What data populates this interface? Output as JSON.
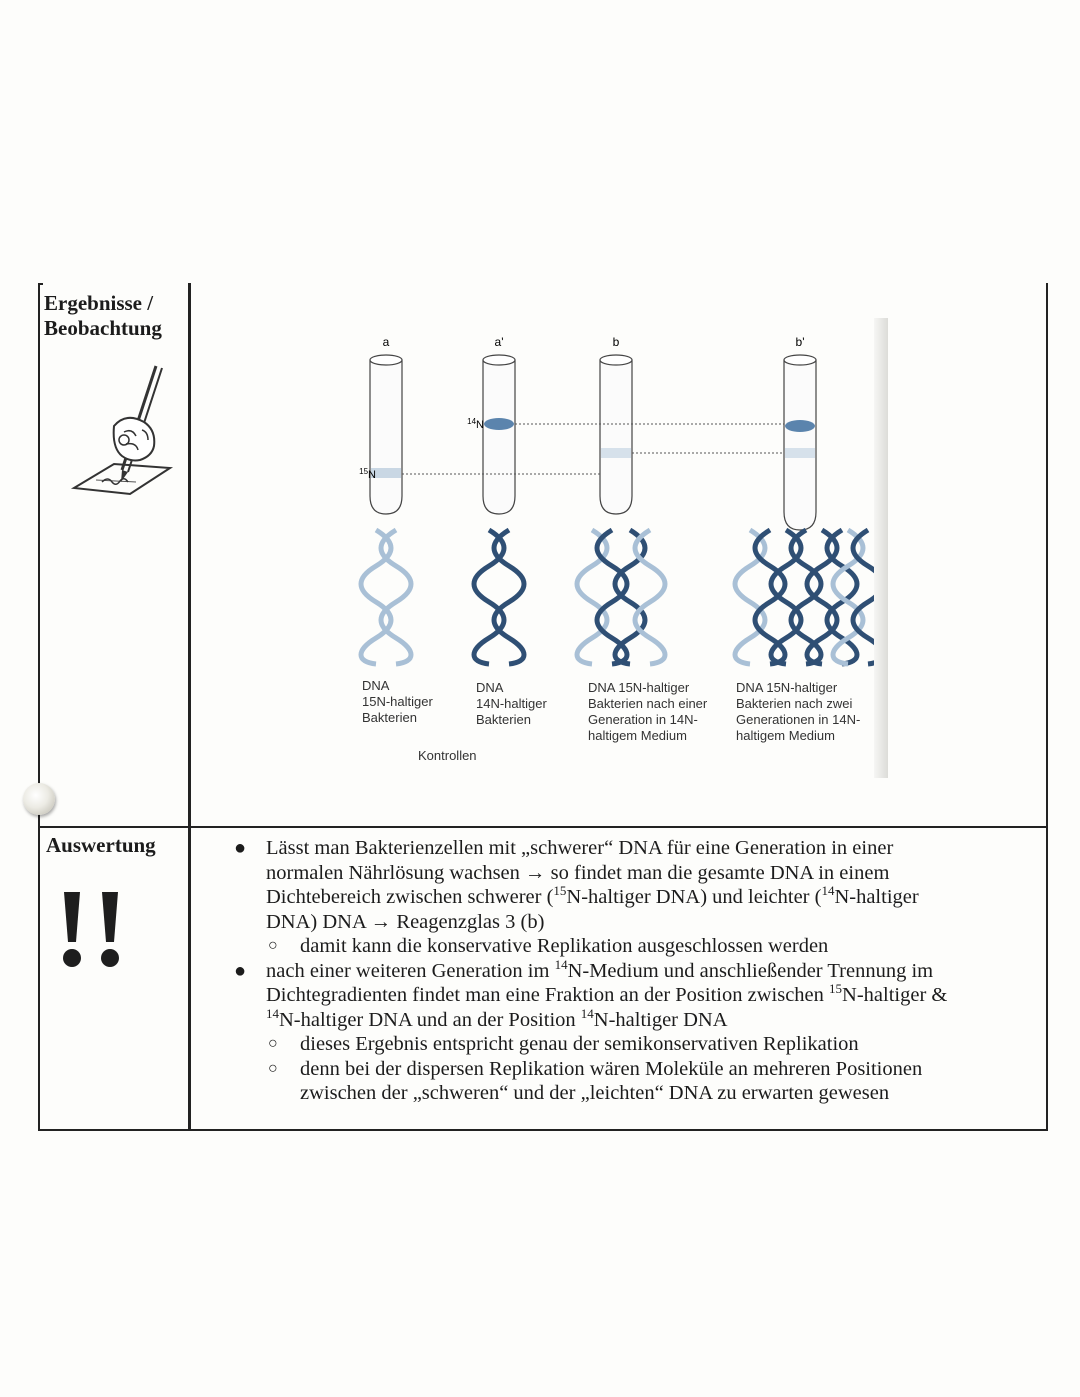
{
  "table": {
    "row1_label_line1": "Ergebnisse /",
    "row1_label_line2": "Beobachtung",
    "row2_label": "Auswertung",
    "row2_mark": "!!"
  },
  "figure": {
    "tubes": [
      {
        "letter": "a",
        "caption": [
          "DNA",
          "15N-haltiger",
          "Bakterien"
        ]
      },
      {
        "letter": "a'",
        "caption": [
          "DNA",
          "14N-haltiger",
          "Bakterien"
        ]
      },
      {
        "letter": "b",
        "caption": [
          "DNA 15N-haltiger",
          "Bakterien nach einer",
          "Generation in 14N-",
          "haltigem Medium"
        ]
      },
      {
        "letter": "b'",
        "caption": [
          "DNA 15N-haltiger",
          "Bakterien nach zwei",
          "Generationen in 14N-",
          "haltigem Medium"
        ]
      }
    ],
    "label_15n": "15N",
    "label_14n": "14N",
    "controls_label": "Kontrollen",
    "colors": {
      "band_dark": "#5b84ad",
      "band_light": "#c9d7e4",
      "helix_dark": "#2f4f74",
      "helix_light": "#a9c0d6"
    }
  },
  "evaluation": {
    "p1_a": "Lässt man Bakterienzellen mit „schwerer“ DNA für eine Generation in einer",
    "p1_b": "normalen Nährlösung wachsen → so findet man die gesamte DNA in einem",
    "p1_c1": "Dichtebereich zwischen schwerer (",
    "p1_c_sup1": "15",
    "p1_c2": "N-haltiger DNA) und leichter (",
    "p1_c_sup2": "14",
    "p1_c3": "N-haltiger",
    "p1_d": "DNA) DNA → Reagenzglas 3 (b)",
    "s1": "damit kann die konservative Replikation ausgeschlossen werden",
    "p2_a1": "nach einer weiteren Generation im ",
    "p2_a_sup": "14",
    "p2_a2": "N-Medium und anschließender Trennung im",
    "p2_b1": "Dichtegradienten findet man eine Fraktion an der Position zwischen ",
    "p2_b_sup": "15",
    "p2_b2": "N-haltiger &",
    "p2_c_sup1": "14",
    "p2_c1": "N-haltiger DNA und an der Position ",
    "p2_c_sup2": "14",
    "p2_c2": "N-haltiger DNA",
    "s2": "dieses Ergebnis entspricht genau der semikonservativen Replikation",
    "s3_a": "denn bei der dispersen Replikation wären Moleküle an mehreren Positionen",
    "s3_b": "zwischen der „schweren“ und der „leichten“ DNA zu erwarten gewesen"
  }
}
